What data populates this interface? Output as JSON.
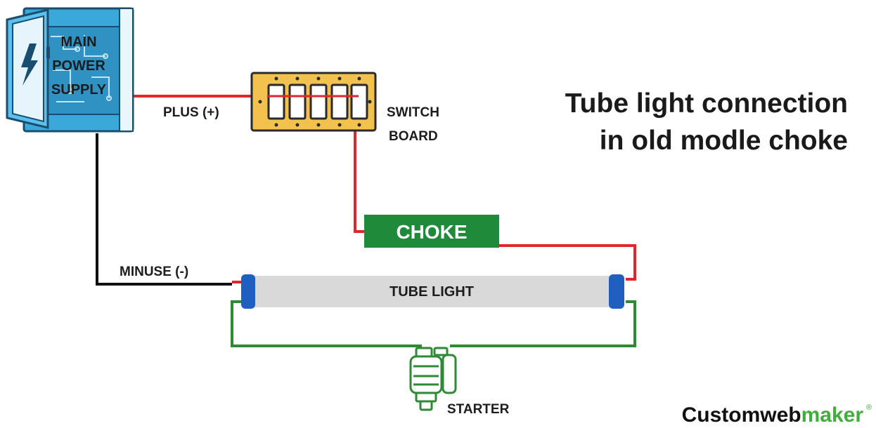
{
  "title": {
    "line1": "Tube light connection",
    "line2": "in old modle choke"
  },
  "components": {
    "main_power_supply": {
      "line1": "MAIN",
      "line2": "POWER",
      "line3": "SUPPLY"
    },
    "switch_board": {
      "line1": "SWITCH",
      "line2": "BOARD"
    },
    "choke": "CHOKE",
    "tube_light": "TUBE LIGHT",
    "starter": "STARTER"
  },
  "wires": {
    "plus": "PLUS (+)",
    "minus": "MINUSE (-)"
  },
  "brand": {
    "part1": "Customweb",
    "part2": "maker",
    "mark": "®"
  },
  "colors": {
    "live_wire": "#e0262b",
    "neutral_wire": "#111111",
    "starter_wire": "#2e8a34",
    "choke_fill": "#1e8a3a",
    "panel_blue": "#3aa8d8",
    "switch_board": "#f2c14e",
    "tube_body": "#d9d9d9",
    "tube_cap": "#1f5fbf",
    "brand_green": "#3fae3a"
  }
}
